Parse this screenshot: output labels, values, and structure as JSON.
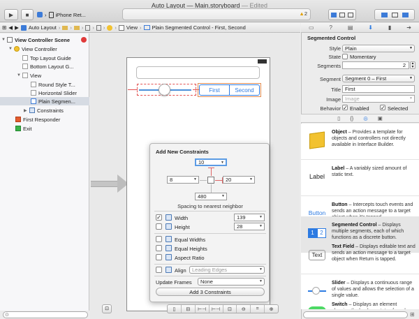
{
  "window": {
    "title": "Auto Layout",
    "separator": "—",
    "file": "Main.storyboard",
    "status_suffix": "— Edited",
    "scheme_target": "iPhone Ret...",
    "warning_count": "2"
  },
  "jumpbar": {
    "crumbs": [
      "Auto Layout",
      "View",
      "Plain Segmented Control - First, Second"
    ]
  },
  "outline": {
    "scene": "View Controller Scene",
    "items": [
      {
        "label": "View Controller"
      },
      {
        "label": "Top Layout Guide"
      },
      {
        "label": "Bottom Layout G..."
      },
      {
        "label": "View"
      },
      {
        "label": "Round Style T..."
      },
      {
        "label": "Horizontal Slider"
      },
      {
        "label": "Plain Segmen..."
      },
      {
        "label": "Constraints"
      },
      {
        "label": "First Responder"
      },
      {
        "label": "Exit"
      }
    ]
  },
  "canvas": {
    "segments": [
      "First",
      "Second"
    ]
  },
  "popover": {
    "title": "Add New Constraints",
    "top_value": "10",
    "left_value": "8",
    "right_value": "20",
    "bottom_value": "480",
    "spacing_label": "Spacing to nearest neighbor",
    "width_label": "Width",
    "width_value": "139",
    "height_label": "Height",
    "height_value": "28",
    "equal_widths": "Equal Widths",
    "equal_heights": "Equal Heights",
    "aspect_ratio": "Aspect Ratio",
    "align_label": "Align",
    "align_value": "Leading Edges",
    "update_frames_label": "Update Frames",
    "update_frames_value": "None",
    "add_button": "Add 3 Constraints"
  },
  "inspector": {
    "title": "Segmented Control",
    "style_label": "Style",
    "style_value": "Plain",
    "state_label": "State",
    "state_value": "Momentary",
    "segments_label": "Segments",
    "segments_value": "2",
    "segment_label": "Segment",
    "segment_value": "Segment 0 – First",
    "title_label": "Title",
    "title_value": "First",
    "image_label": "Image",
    "image_placeholder": "Image",
    "behavior_label": "Behavior",
    "enabled": "Enabled",
    "selected": "Selected"
  },
  "library": {
    "items": [
      {
        "name": "Object",
        "desc": " – Provides a template for objects and controllers not directly available in Interface Builder.",
        "icon": "Object"
      },
      {
        "name": "Label",
        "desc": " – A variably sized amount of static text.",
        "icon": "Label"
      },
      {
        "name": "Button",
        "desc": " – Intercepts touch events and sends an action message to a target object when it's tapped.",
        "icon": "Button"
      },
      {
        "name": "Segmented Control",
        "desc": " – Displays multiple segments, each of which functions as a discrete button.",
        "icon": "1 2"
      },
      {
        "name": "Text Field",
        "desc": " – Displays editable text and sends an action message to a target object when Return is tapped.",
        "icon": "Text"
      },
      {
        "name": "Slider",
        "desc": " – Displays a continuous range of values and allows the selection of a single value.",
        "icon": "Slider"
      },
      {
        "name": "Switch",
        "desc": " – Displays an element showing the boolean state of a value.",
        "icon": "Switch"
      }
    ]
  }
}
